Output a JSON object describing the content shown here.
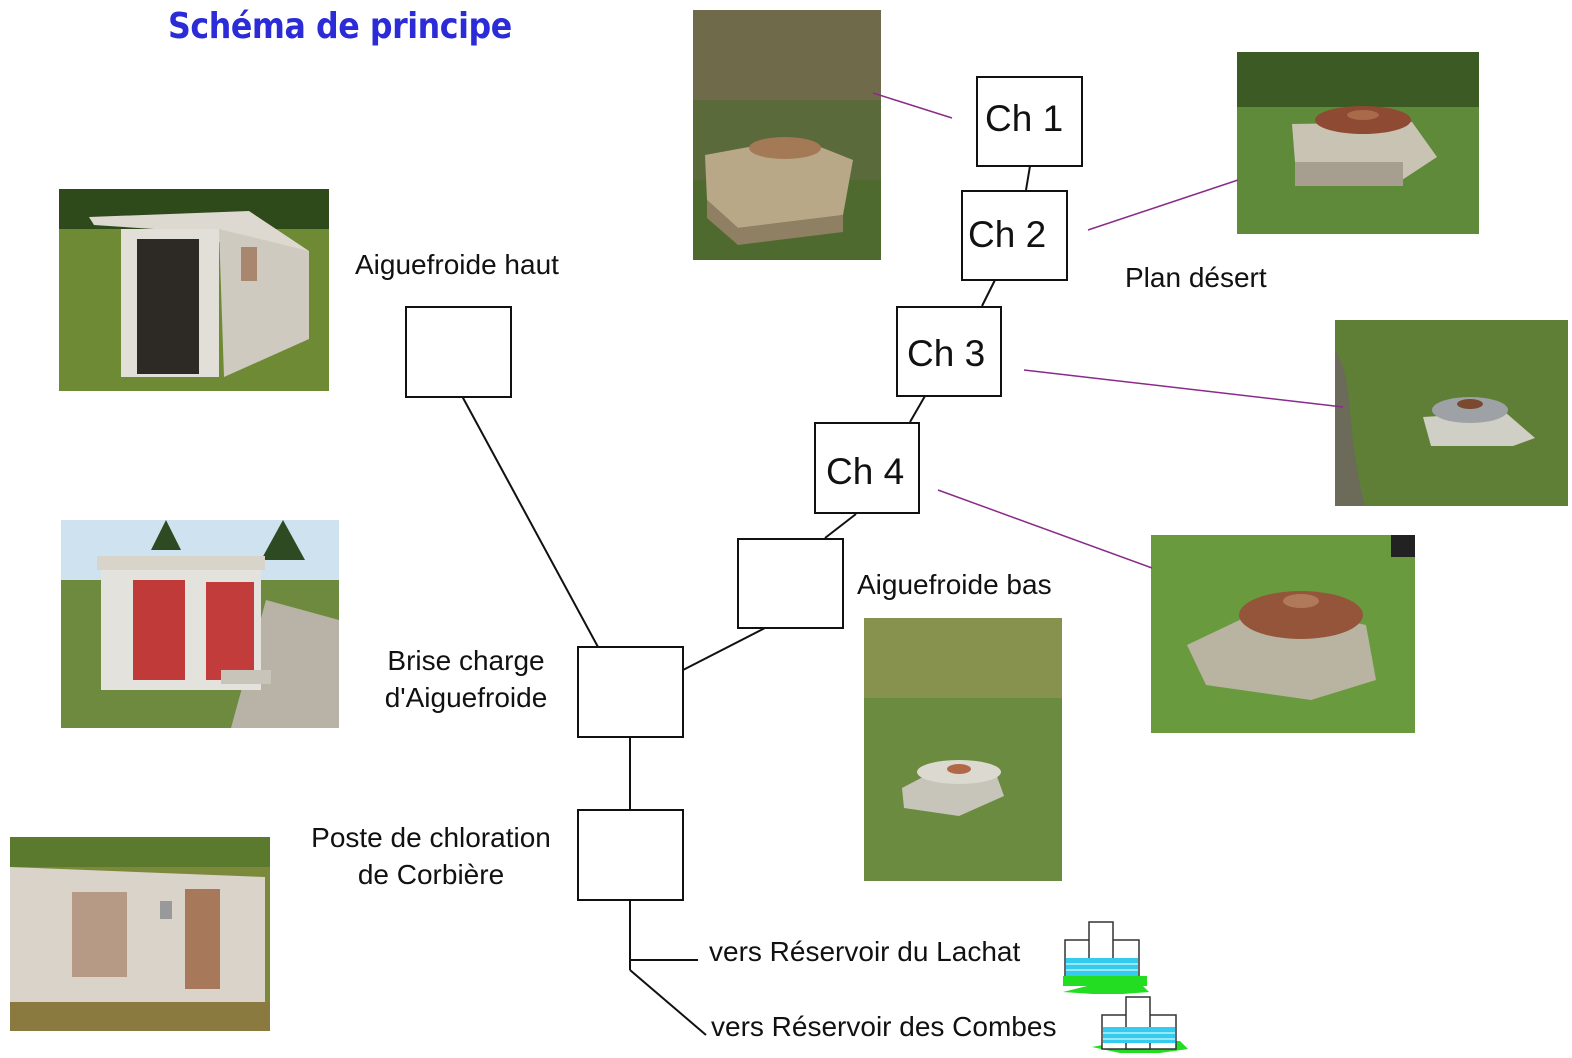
{
  "title": "Schéma de principe",
  "chambers": [
    {
      "label": "Ch 1"
    },
    {
      "label": "Ch 2"
    },
    {
      "label": "Ch 3"
    },
    {
      "label": "Ch 4"
    }
  ],
  "labels": {
    "aiguefroide_haut": "Aiguefroide haut",
    "plan_desert": "Plan désert",
    "aiguefroide_bas": "Aiguefroide bas",
    "brise_charge_line1": "Brise charge",
    "brise_charge_line2": "d'Aiguefroide",
    "poste_line1": "Poste de chloration",
    "poste_line2": "de Corbière",
    "vers_lachat": "vers Réservoir du Lachat",
    "vers_combes": "vers Réservoir des Combes"
  },
  "colors": {
    "title": "#2b2bd8",
    "leader_line": "#8a2a8a",
    "box_stroke": "#111111",
    "reservoir_water": "#33ccee",
    "reservoir_ground": "#22dd22"
  }
}
